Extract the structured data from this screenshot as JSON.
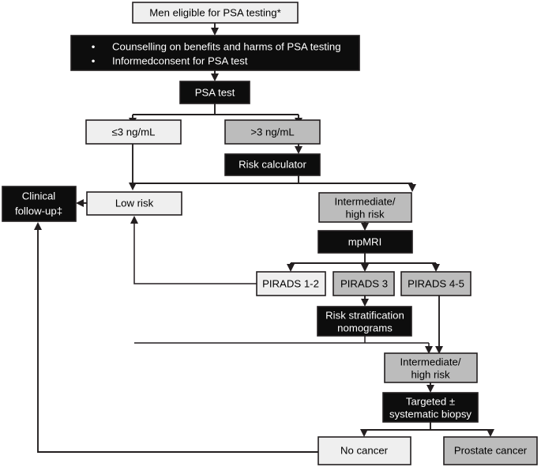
{
  "diagram": {
    "title": "PSA testing and prostate cancer diagnostic pathway",
    "colors": {
      "black": "#0d0d0d",
      "gray": "#bcbcbc",
      "light": "#efefef",
      "outline": "#231f20",
      "text_on_dark": "#ffffff",
      "text_on_light": "#000000"
    },
    "nodes": {
      "eligible": {
        "label": "Men eligible for PSA testing*",
        "style": "light"
      },
      "counselling_bullet_1": {
        "label": "Counselling on benefits and harms of PSA testing"
      },
      "counselling_bullet_2": {
        "label": "Informedconsent for PSA test"
      },
      "bullet_marker": "•",
      "psa_test": {
        "label": "PSA test",
        "style": "black"
      },
      "psa_low": {
        "label": "≤3 ng/mL",
        "style": "light"
      },
      "psa_high": {
        "label": ">3 ng/mL",
        "style": "gray"
      },
      "risk_calculator": {
        "label": "Risk calculator",
        "style": "black"
      },
      "clinical_followup_line_1": {
        "label": "Clinical"
      },
      "clinical_followup_line_2": {
        "label": "follow-up‡"
      },
      "low_risk": {
        "label": "Low risk",
        "style": "light"
      },
      "inter_high_risk_1_line_1": {
        "label": "Intermediate/"
      },
      "inter_high_risk_1_line_2": {
        "label": "high risk"
      },
      "mpmri": {
        "label": "mpMRI",
        "style": "black"
      },
      "pirads_1_2": {
        "label": "PIRADS 1-2",
        "style": "light"
      },
      "pirads_3": {
        "label": "PIRADS 3",
        "style": "gray"
      },
      "pirads_4_5": {
        "label": "PIRADS 4-5",
        "style": "gray"
      },
      "nomograms_line_1": {
        "label": "Risk stratification"
      },
      "nomograms_line_2": {
        "label": "nomograms"
      },
      "inter_high_risk_2_line_1": {
        "label": "Intermediate/"
      },
      "inter_high_risk_2_line_2": {
        "label": "high risk"
      },
      "biopsy_line_1": {
        "label": "Targeted ±"
      },
      "biopsy_line_2": {
        "label": "systematic biopsy"
      },
      "no_cancer": {
        "label": "No cancer",
        "style": "light"
      },
      "prostate_cancer": {
        "label": "Prostate cancer",
        "style": "gray"
      }
    },
    "edges": [
      {
        "from": "eligible",
        "to": "counselling"
      },
      {
        "from": "counselling",
        "to": "psa_test"
      },
      {
        "from": "psa_test",
        "to": "psa_low"
      },
      {
        "from": "psa_test",
        "to": "psa_high"
      },
      {
        "from": "psa_high",
        "to": "risk_calculator"
      },
      {
        "from": "psa_low",
        "to": "low_risk"
      },
      {
        "from": "risk_calculator",
        "to": "low_risk"
      },
      {
        "from": "risk_calculator",
        "to": "inter_high_risk_1"
      },
      {
        "from": "low_risk",
        "to": "clinical_followup"
      },
      {
        "from": "inter_high_risk_1",
        "to": "mpmri"
      },
      {
        "from": "mpmri",
        "to": "pirads_1_2"
      },
      {
        "from": "mpmri",
        "to": "pirads_3"
      },
      {
        "from": "mpmri",
        "to": "pirads_4_5"
      },
      {
        "from": "pirads_1_2",
        "to": "low_risk"
      },
      {
        "from": "pirads_3",
        "to": "nomograms"
      },
      {
        "from": "nomograms",
        "to": "low_risk"
      },
      {
        "from": "nomograms",
        "to": "inter_high_risk_2"
      },
      {
        "from": "pirads_4_5",
        "to": "inter_high_risk_2"
      },
      {
        "from": "inter_high_risk_2",
        "to": "biopsy"
      },
      {
        "from": "biopsy",
        "to": "no_cancer"
      },
      {
        "from": "biopsy",
        "to": "prostate_cancer"
      },
      {
        "from": "no_cancer",
        "to": "clinical_followup"
      }
    ]
  }
}
